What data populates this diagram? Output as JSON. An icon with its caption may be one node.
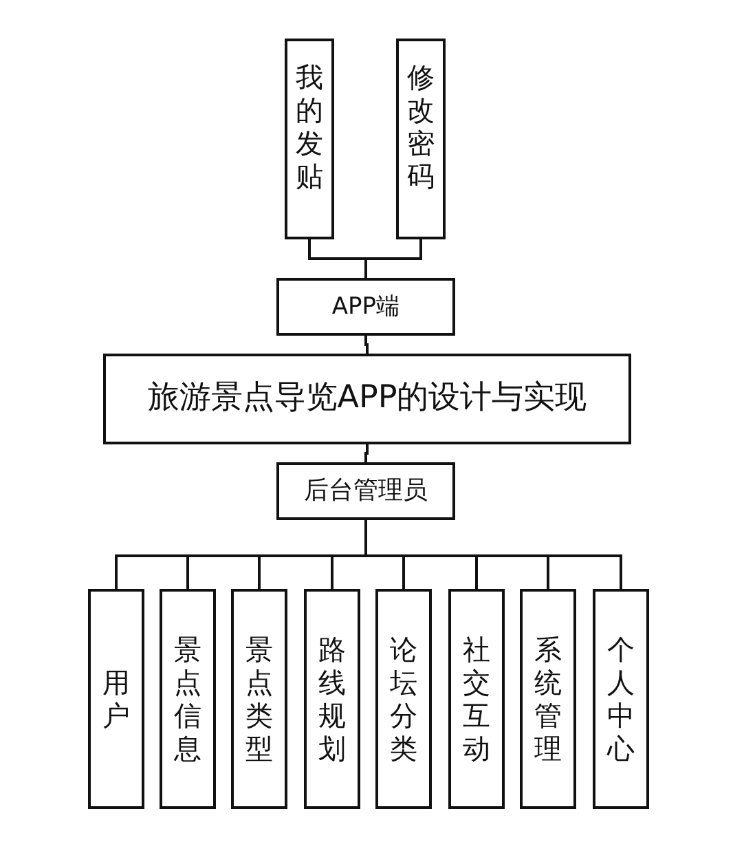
{
  "diagram": {
    "nodes": [
      {
        "text": [
          "我的发贴"
        ]
      },
      {
        "text": [
          "修改密码"
        ]
      },
      {
        "text": [
          "APP端"
        ]
      },
      {
        "text": [
          "旅游景点导览APP的设计与实现"
        ]
      },
      {
        "text": [
          "后台管理员"
        ]
      },
      {
        "text": [
          "用户"
        ]
      },
      {
        "text": [
          "景点信息"
        ]
      },
      {
        "text": [
          "景点类型"
        ]
      },
      {
        "text": [
          "路线规划"
        ]
      },
      {
        "text": [
          "论坛分类"
        ]
      },
      {
        "text": [
          "社交互动"
        ]
      },
      {
        "text": [
          "系统管理"
        ]
      },
      {
        "text": [
          "个人中心"
        ]
      }
    ],
    "edges": [
      {
        "from": 2,
        "to": 0,
        "arrow": "none"
      },
      {
        "from": 2,
        "to": 1,
        "arrow": "none"
      },
      {
        "from": 2,
        "to": 3,
        "arrow": "none"
      },
      {
        "from": 3,
        "to": 4,
        "arrow": "none"
      },
      {
        "from": 4,
        "to": 5,
        "arrow": "none"
      },
      {
        "from": 4,
        "to": 6,
        "arrow": "none"
      },
      {
        "from": 4,
        "to": 7,
        "arrow": "none"
      },
      {
        "from": 4,
        "to": 8,
        "arrow": "none"
      },
      {
        "from": 4,
        "to": 9,
        "arrow": "none"
      },
      {
        "from": 4,
        "to": 10,
        "arrow": "none"
      },
      {
        "from": 4,
        "to": 11,
        "arrow": "none"
      },
      {
        "from": 4,
        "to": 12,
        "arrow": "none"
      }
    ]
  }
}
